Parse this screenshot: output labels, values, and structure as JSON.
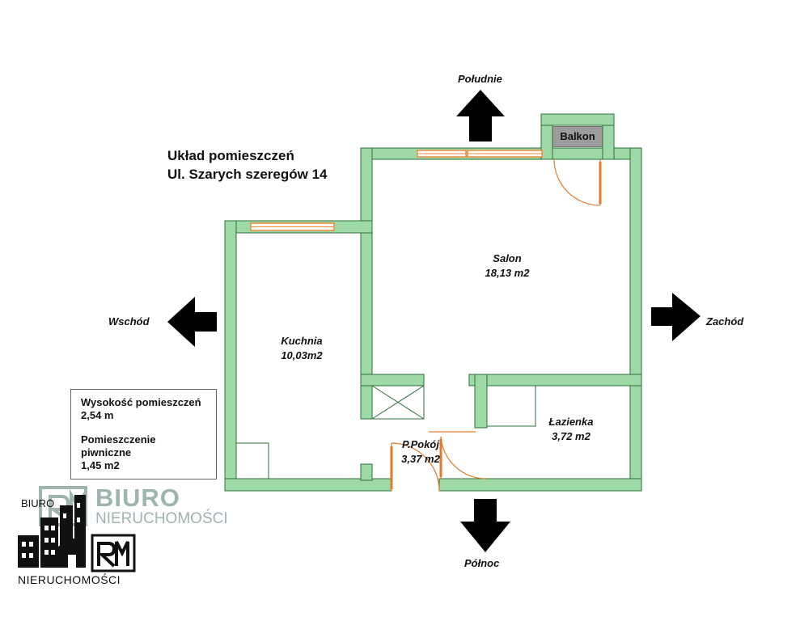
{
  "title": {
    "line1": "Układ pomieszczeń",
    "line2": "Ul. Szarych szeregów 14"
  },
  "directions": {
    "south": "Południe",
    "north": "Północ",
    "east": "Wschód",
    "west": "Zachód"
  },
  "rooms": {
    "salon": {
      "name": "Salon",
      "area": "18,13 m2"
    },
    "kuchnia": {
      "name": "Kuchnia",
      "area": "10,03m2"
    },
    "lazienka": {
      "name": "Łazienka",
      "area": "3,72 m2"
    },
    "przedpokoj": {
      "name": "P.Pokój",
      "area": "3,37 m2"
    },
    "balkon": {
      "name": "Balkon"
    }
  },
  "info": {
    "height_label": "Wysokość pomieszczeń",
    "height_value": "2,54 m",
    "basement_label_1": "Pomieszczenie",
    "basement_label_2": "piwniczne",
    "basement_value": "1,45 m2"
  },
  "branding": {
    "watermark_line1": "BIURO",
    "watermark_line2": "NIERUCHOMOŚCI",
    "logo_top": "BIURO",
    "logo_bottom": "NIERUCHOMOŚCI"
  },
  "colors": {
    "wall_fill": "#9ed9a8",
    "wall_stroke": "#2f6f3a",
    "window": "#f28a3a",
    "door": "#e07a2c",
    "watermark": "#9fb4ad",
    "balcony_fill": "#9c9c9c"
  }
}
